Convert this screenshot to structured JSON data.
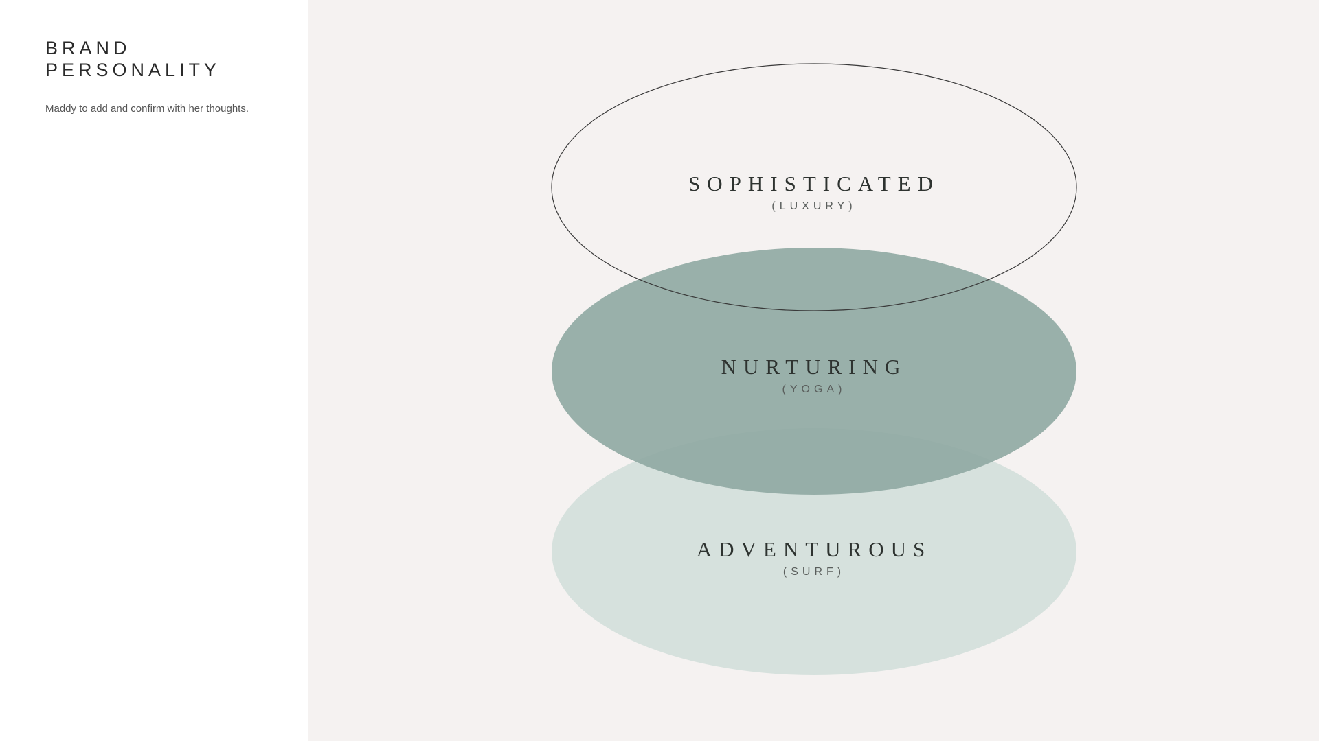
{
  "header": {
    "title_line1": "BRAND",
    "title_line2": "PERSONALITY",
    "note": "Maddy to add and confirm with her thoughts."
  },
  "ovals": [
    {
      "name": "SOPHISTICATED",
      "sub": "(LUXURY)"
    },
    {
      "name": "NURTURING",
      "sub": "(YOGA)"
    },
    {
      "name": "ADVENTUROUS",
      "sub": "(SURF)"
    }
  ],
  "colors": {
    "panel_bg": "#f5f2f1",
    "outline": "#3a3a3a",
    "nurturing_fill": "#8fa9a2",
    "adventurous_fill": "#d6e1dd"
  }
}
